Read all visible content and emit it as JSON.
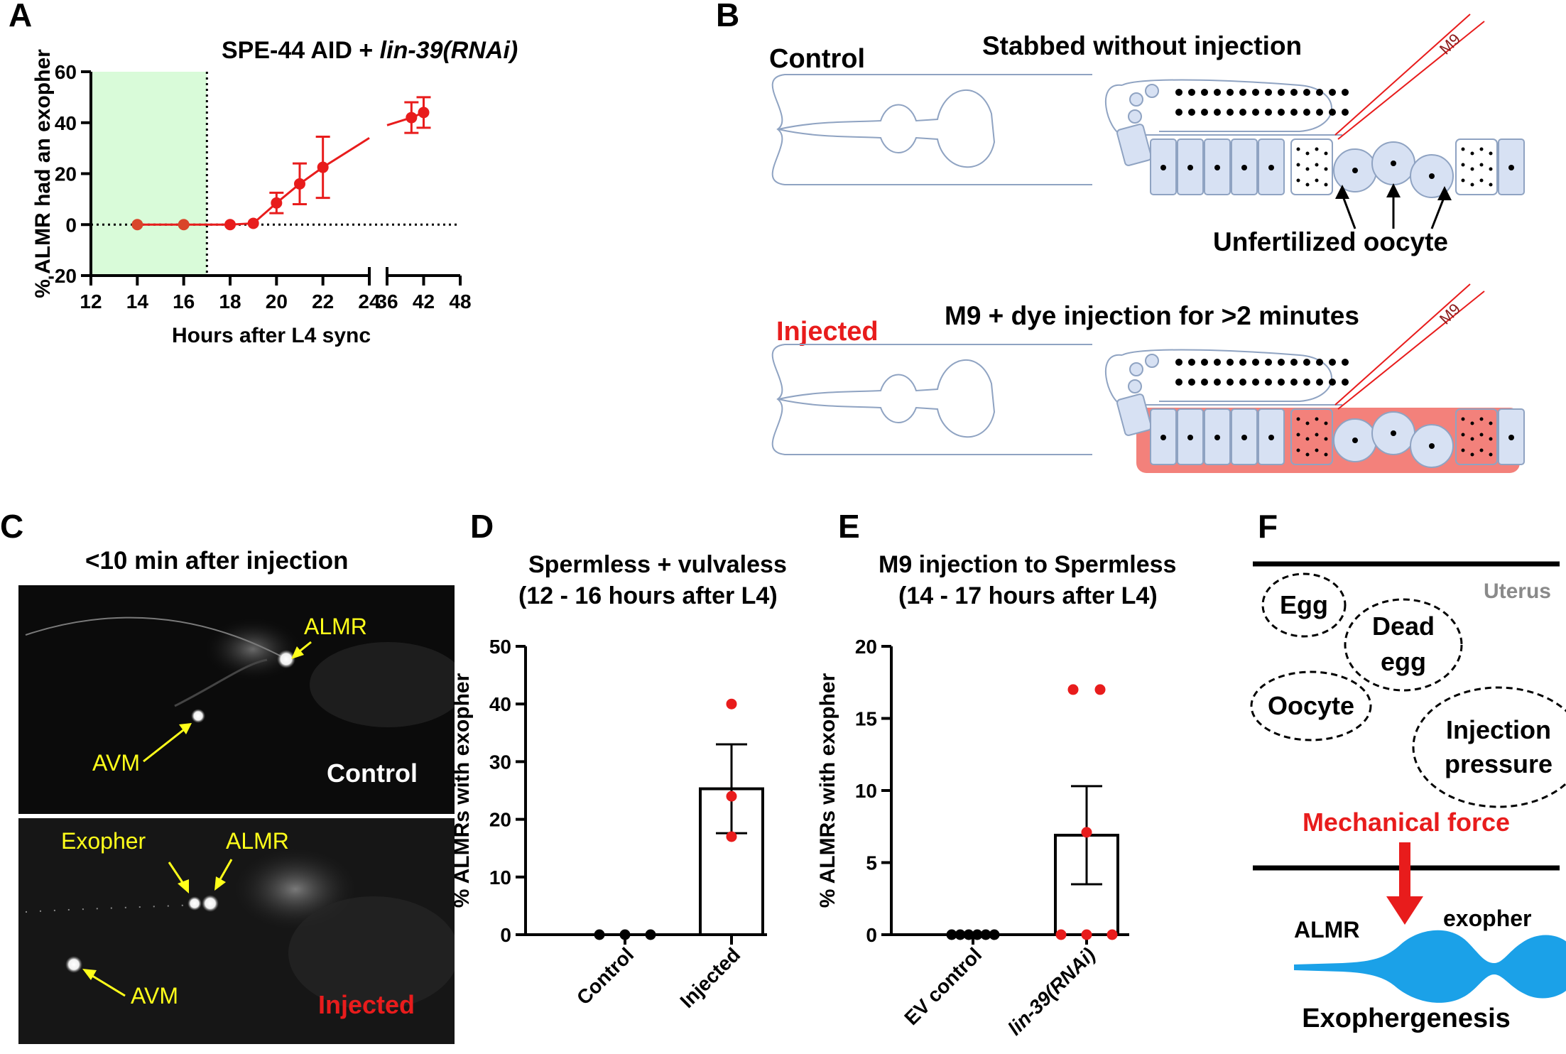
{
  "panels": {
    "A": "A",
    "B": "B",
    "C": "C",
    "D": "D",
    "E": "E",
    "F": "F"
  },
  "panelA": {
    "title_main": "SPE-44 AID + ",
    "title_italic": "lin-39(RNAi)",
    "chart_data": {
      "type": "line",
      "xlabel": "Hours after L4 sync",
      "ylabel": "% ALMR had an exopher",
      "ylim": [
        -20,
        60
      ],
      "x_ticks_left": [
        "12",
        "14",
        "16",
        "18",
        "20",
        "22",
        "24"
      ],
      "x_ticks_right": [
        "36",
        "42",
        "48"
      ],
      "y_ticks": [
        "-20",
        "0",
        "20",
        "40",
        "60"
      ],
      "shaded_region": [
        12,
        17
      ],
      "dotted_vline": 17,
      "dotted_hline": 0,
      "series": [
        {
          "points": [
            {
              "x": 14,
              "y": 0,
              "err": 0
            },
            {
              "x": 16,
              "y": 0,
              "err": 0
            },
            {
              "x": 18,
              "y": 0,
              "err": 0
            },
            {
              "x": 19,
              "y": 0.5,
              "err": 0
            },
            {
              "x": 20,
              "y": 8.5,
              "err": 4
            },
            {
              "x": 21,
              "y": 16,
              "err": 8
            },
            {
              "x": 22,
              "y": 22.5,
              "err": 12
            },
            {
              "x": 40,
              "y": 42,
              "err": 6
            },
            {
              "x": 42,
              "y": 44,
              "err": 6
            }
          ]
        }
      ]
    }
  },
  "panelB": {
    "control_label": "Control",
    "control_title": "Stabbed without injection",
    "injected_label": "Injected",
    "injected_title": "M9 + dye injection for >2 minutes",
    "needle_label": "M9",
    "oocyte_label": "Unfertilized oocyte"
  },
  "panelC": {
    "title": "<10 min after injection",
    "top": {
      "almr": "ALMR",
      "avm": "AVM",
      "condition": "Control"
    },
    "bottom": {
      "exopher": "Exopher",
      "almr": "ALMR",
      "avm": "AVM",
      "condition": "Injected"
    }
  },
  "panelD": {
    "title_line1": "Spermless + vulvaless",
    "title_line2": "(12 - 16 hours after L4)",
    "chart_data": {
      "type": "bar",
      "ylabel": "% ALMRs with exopher",
      "ylim": [
        0,
        50
      ],
      "y_ticks": [
        "0",
        "10",
        "20",
        "30",
        "40",
        "50"
      ],
      "categories": [
        "Control",
        "Injected"
      ],
      "values": [
        0,
        25.3
      ],
      "sem": [
        0,
        7.7
      ],
      "points": [
        [
          0,
          0,
          0
        ],
        [
          40,
          24,
          17
        ]
      ]
    }
  },
  "panelE": {
    "title_line1": "M9 injection to Spermless",
    "title_line2": "(14 - 17 hours after L4)",
    "chart_data": {
      "type": "bar",
      "ylabel": "% ALMRs with exopher",
      "ylim": [
        0,
        20
      ],
      "y_ticks": [
        "0",
        "5",
        "10",
        "15",
        "20"
      ],
      "categories": [
        "EV control",
        "lin-39(RNAi)"
      ],
      "values": [
        0,
        6.9
      ],
      "sem": [
        0,
        3.4
      ],
      "points": [
        [
          0,
          0,
          0,
          0,
          0,
          0
        ],
        [
          17,
          17,
          7.1,
          0,
          0,
          0
        ]
      ]
    }
  },
  "panelF": {
    "uterus": "Uterus",
    "egg": "Egg",
    "dead_egg_1": "Dead",
    "dead_egg_2": "egg",
    "oocyte": "Oocyte",
    "injection_1": "Injection",
    "injection_2": "pressure",
    "force": "Mechanical force",
    "almr": "ALMR",
    "exopher": "exopher",
    "process": "Exophergenesis"
  },
  "colors": {
    "red": "#e81c1c",
    "green_shade": "#d9fbd9",
    "worm_line": "#8fa3c2",
    "cell_fill": "#d7e1f3",
    "injected_fill": "#f3817b",
    "neuron_blue": "#1ba1e8",
    "label_yellow": "#ffff1a",
    "uterus_gray": "#8a8a8a"
  }
}
